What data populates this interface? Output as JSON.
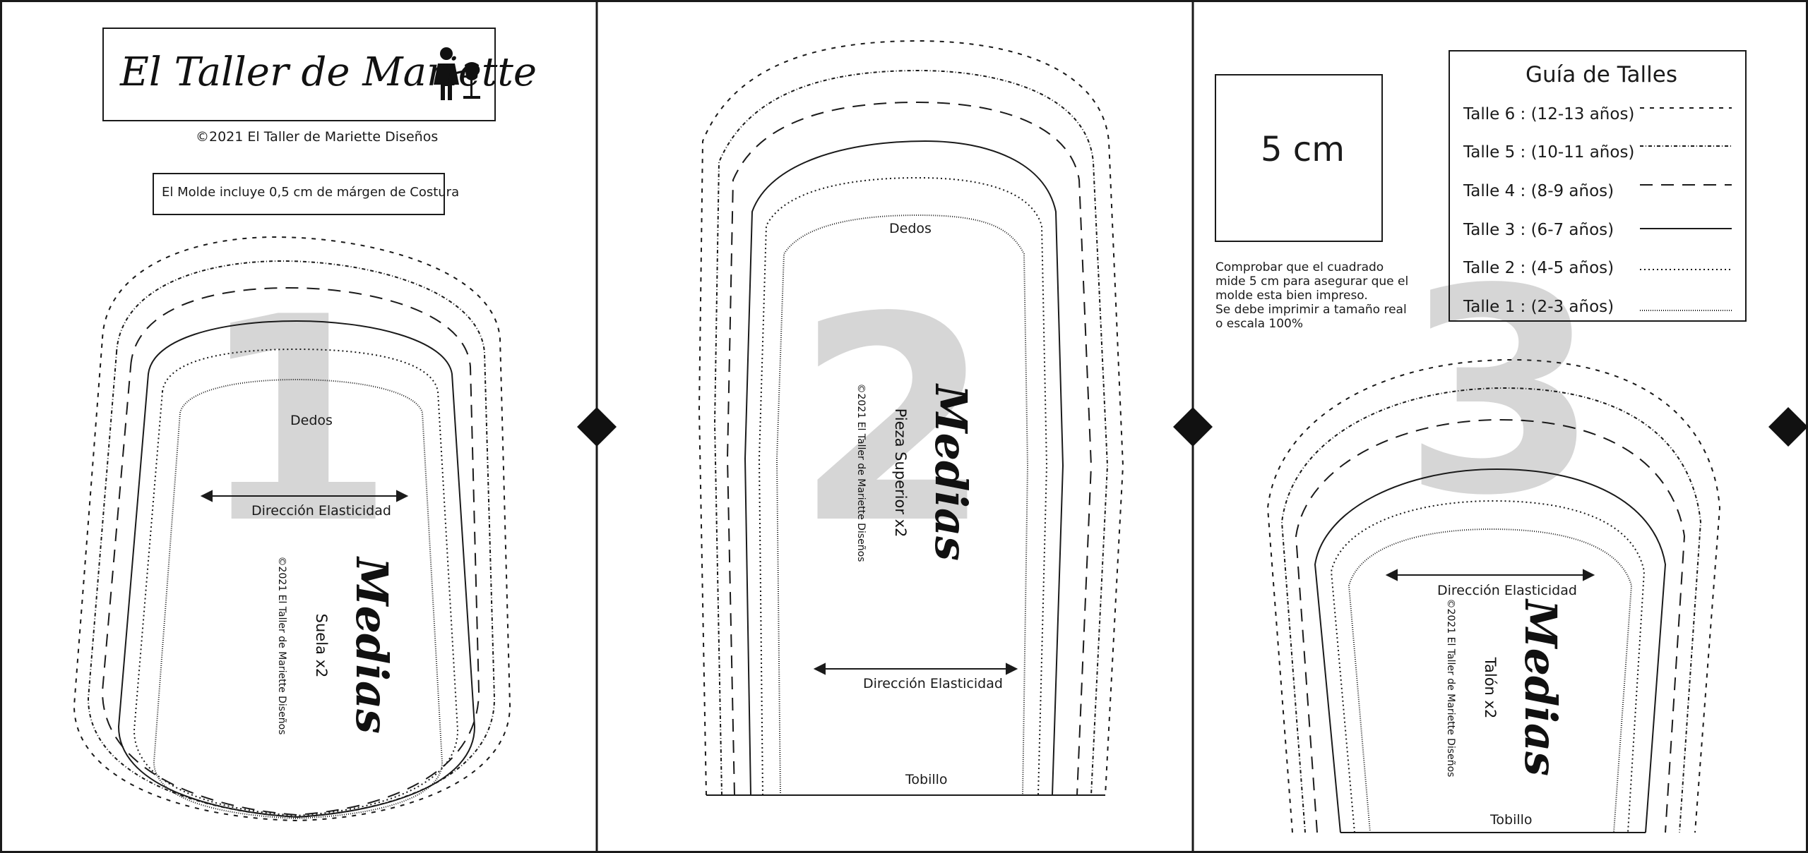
{
  "brand": {
    "logo_text": "El Taller de Mariette",
    "copyright": "©2021 El Taller de Mariette Diseños",
    "seam_note": "El Molde incluye 0,5 cm de márgen de Costura"
  },
  "pieces": [
    {
      "number": "1",
      "top_label": "Dedos",
      "direction": "Dirección Elasticidad",
      "title": "Medias",
      "subtitle": "Suela x2",
      "copyright": "©2021 El Taller de Mariette Diseños"
    },
    {
      "number": "2",
      "top_label": "Dedos",
      "direction": "Dirección Elasticidad",
      "bottom_label": "Tobillo",
      "title": "Medias",
      "subtitle": "Pieza Superior x2",
      "copyright": "©2021 El Taller de Mariette Diseños"
    },
    {
      "number": "3",
      "direction": "Dirección Elasticidad",
      "bottom_label": "Tobillo",
      "title": "Medias",
      "subtitle": "Talón x2",
      "copyright": "©2021 El Taller de Mariette Diseños"
    }
  ],
  "scale_check": {
    "square_label": "5 cm",
    "note_lines": [
      "Comprobar que el cuadrado",
      "mide 5 cm para asegurar que el",
      "molde esta bien impreso.",
      "Se debe imprimir a tamaño real",
      "o escala 100%"
    ]
  },
  "size_guide": {
    "title": "Guía de Talles",
    "rows": [
      {
        "label": "Talle 6 : (12-13 años)",
        "dash": "6 8"
      },
      {
        "label": "Talle 5 : (10-11 años)",
        "dash": "5 3 1 3"
      },
      {
        "label": "Talle 4 : (8-9 años)",
        "dash": "18 12"
      },
      {
        "label": "Talle 3 : (6-7 años)",
        "dash": ""
      },
      {
        "label": "Talle 2 : (4-5 años)",
        "dash": "2 4"
      },
      {
        "label": "Talle 1 : (2-3 años)",
        "dash": "1 2"
      }
    ]
  },
  "colors": {
    "line": "#1a1a1a",
    "watermark": "#d6d6d6",
    "background": "#ffffff"
  }
}
